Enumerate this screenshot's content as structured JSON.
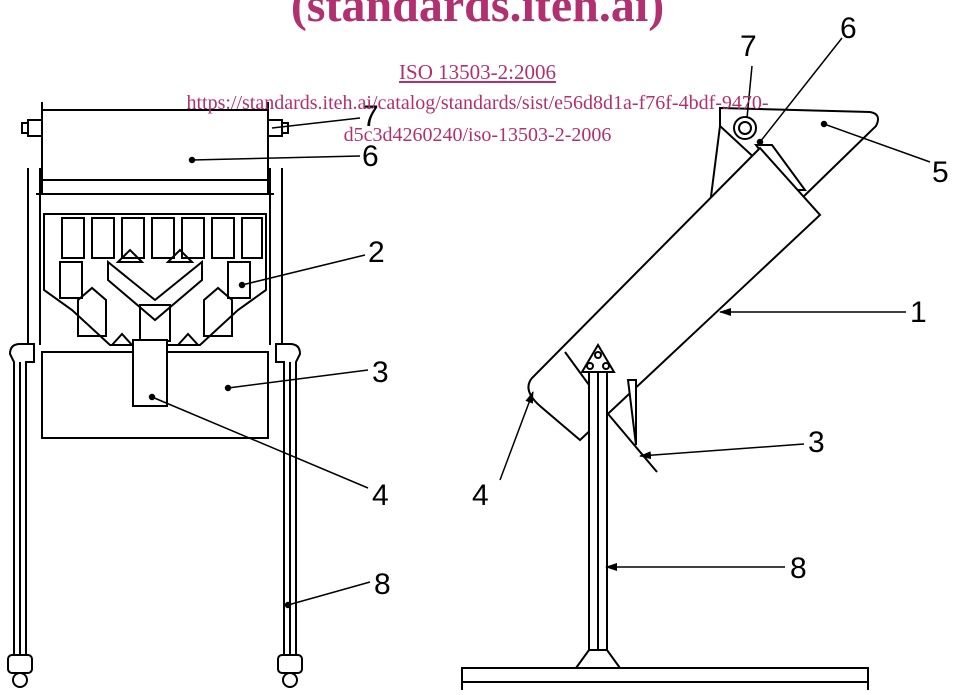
{
  "watermark": {
    "site": "(standards.iteh.ai)",
    "standard": "ISO 13503-2:2006",
    "url_line1": "https://standards.iteh.ai/catalog/standards/sist/e56d8d1a-f76f-4bdf-9470-",
    "url_line2": "d5c3d4260240/iso-13503-2-2006"
  },
  "front_view": {
    "labels": {
      "l7": "7",
      "l6": "6",
      "l2": "2",
      "l3": "3",
      "l4": "4",
      "l8": "8"
    }
  },
  "side_view": {
    "labels": {
      "l7": "7",
      "l6": "6",
      "l5": "5",
      "l1": "1",
      "l3": "3",
      "l4": "4",
      "l8": "8"
    }
  },
  "colors": {
    "line": "#000000",
    "watermark": "#b03070"
  }
}
